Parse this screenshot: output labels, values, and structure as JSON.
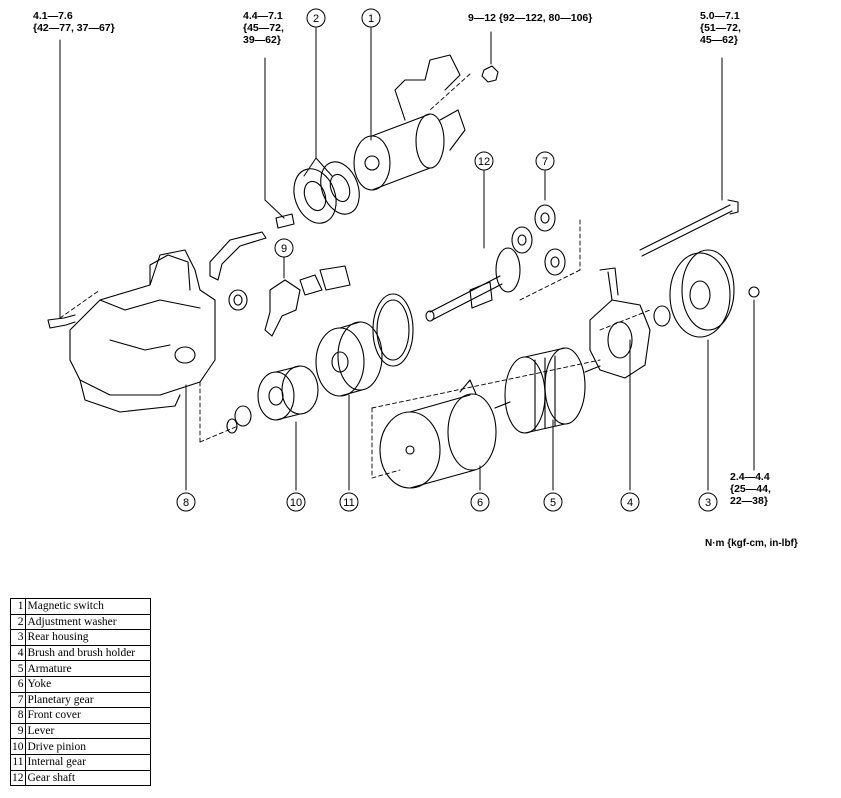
{
  "torque_specs": [
    {
      "id": "t1",
      "text": "4.1—7.6\n{42—77, 37—67}"
    },
    {
      "id": "t2",
      "text": "4.4—7.1\n{45—72,\n39—62}"
    },
    {
      "id": "t3",
      "text": "9—12 {92—122, 80—106}"
    },
    {
      "id": "t4",
      "text": "5.0—7.1\n{51—72,\n45—62}"
    },
    {
      "id": "t5",
      "text": "2.4—4.4\n{25—44,\n22—38}"
    }
  ],
  "units_note": "N·m {kgf-cm, in-lbf}",
  "callouts": [
    "1",
    "2",
    "3",
    "4",
    "5",
    "6",
    "7",
    "8",
    "9",
    "10",
    "11",
    "12"
  ],
  "legend": [
    {
      "num": "1",
      "name": "Magnetic switch"
    },
    {
      "num": "2",
      "name": "Adjustment washer"
    },
    {
      "num": "3",
      "name": "Rear housing"
    },
    {
      "num": "4",
      "name": "Brush and brush holder"
    },
    {
      "num": "5",
      "name": "Armature"
    },
    {
      "num": "6",
      "name": "Yoke"
    },
    {
      "num": "7",
      "name": "Planetary gear"
    },
    {
      "num": "8",
      "name": "Front cover"
    },
    {
      "num": "9",
      "name": "Lever"
    },
    {
      "num": "10",
      "name": "Drive pinion"
    },
    {
      "num": "11",
      "name": "Internal gear"
    },
    {
      "num": "12",
      "name": "Gear shaft"
    }
  ]
}
